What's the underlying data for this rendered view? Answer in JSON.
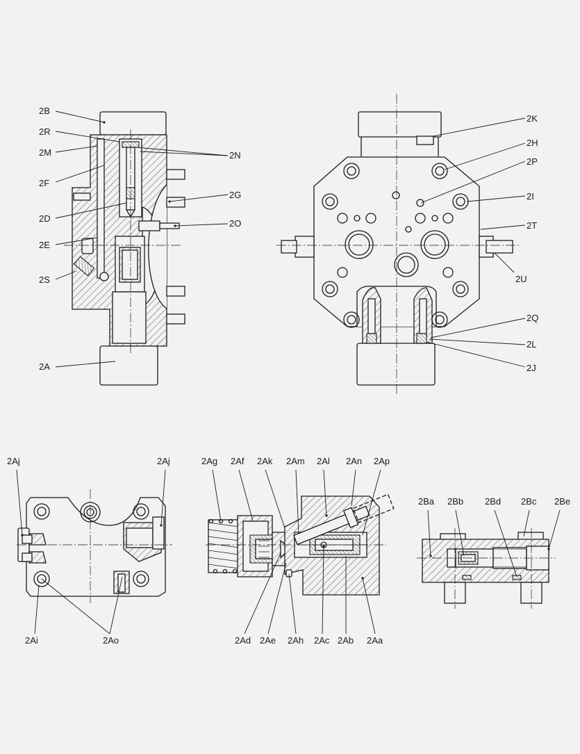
{
  "labels": {
    "l2B": "2B",
    "l2R": "2R",
    "l2M": "2M",
    "l2F": "2F",
    "l2D": "2D",
    "l2E": "2E",
    "l2S": "2S",
    "l2A": "2A",
    "l2N": "2N",
    "l2G": "2G",
    "l2O": "2O",
    "l2K": "2K",
    "l2H": "2H",
    "l2P": "2P",
    "l2I": "2I",
    "l2T": "2T",
    "l2U": "2U",
    "l2Q": "2Q",
    "l2L": "2L",
    "l2J": "2J",
    "l2Aj_left": "2Aj",
    "l2Aj_right": "2Aj",
    "l2Ai": "2Ai",
    "l2Ao": "2Ao",
    "l2Ag": "2Ag",
    "l2Af": "2Af",
    "l2Ak": "2Ak",
    "l2Am": "2Am",
    "l2Al": "2Al",
    "l2An": "2An",
    "l2Ap": "2Ap",
    "l2Ad": "2Ad",
    "l2Ae": "2Ae",
    "l2Ah": "2Ah",
    "l2Ac": "2Ac",
    "l2Ab": "2Ab",
    "l2Aa": "2Aa",
    "l2Ba": "2Ba",
    "l2Bb": "2Bb",
    "l2Bd": "2Bd",
    "l2Bc": "2Bc",
    "l2Be": "2Be"
  }
}
